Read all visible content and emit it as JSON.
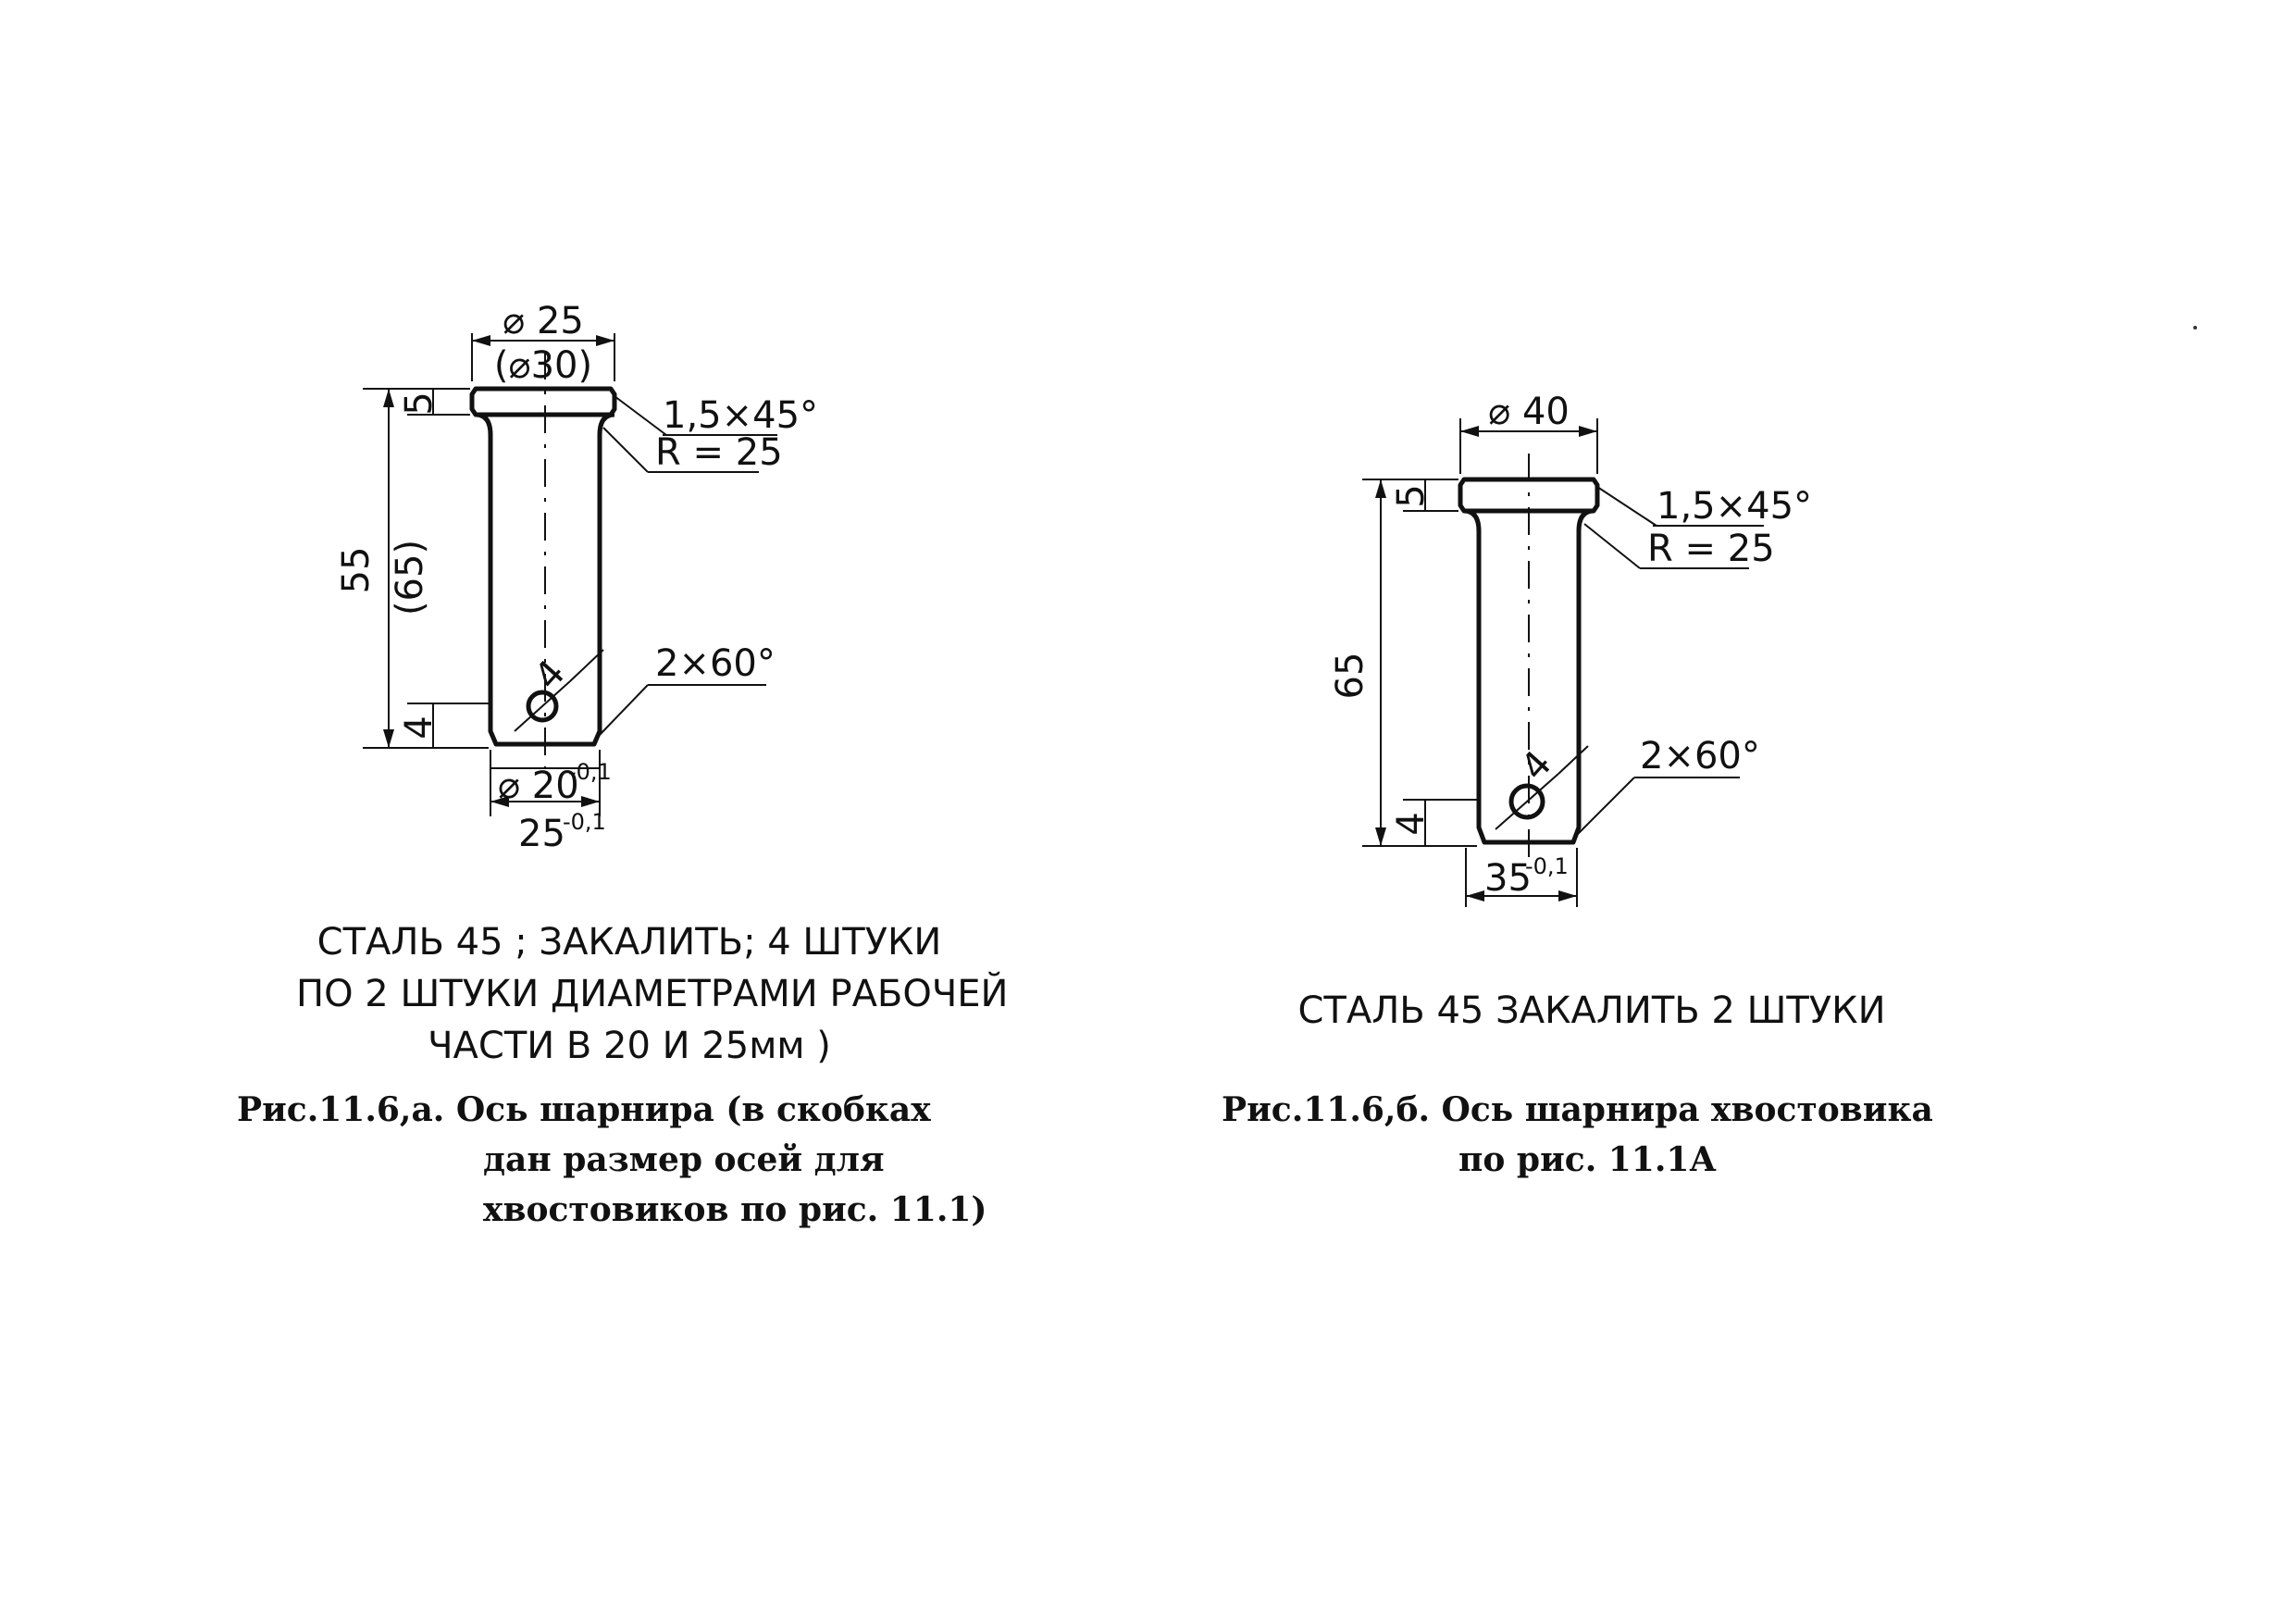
{
  "figure_a": {
    "dims": {
      "diameter_top": "⌀ 25",
      "diameter_top_alt": "(⌀30)",
      "chamfer": "1,5×45°",
      "radius": "R = 25",
      "head_height": "5",
      "length": "55",
      "length_alt": "(65)",
      "end_chamfer": "2×60°",
      "hole_dia": "4",
      "hole_offset": "4",
      "shaft_dia": "⌀ 20",
      "shaft_dia_tol": "-0,1",
      "shaft_dia_alt": "25",
      "shaft_dia_alt_tol": "-0,1"
    },
    "note_lines": [
      "СТАЛЬ 45 ; ЗАКАЛИТЬ; 4 ШТУКИ",
      "ПО 2 ШТУКИ ДИАМЕТРАМИ  РАБОЧЕЙ",
      "ЧАСТИ  В  20 И 25мм )"
    ],
    "caption_label": "Рис.11.6,а.",
    "caption_lines": [
      "Ось шарнира (в скобках",
      "дан размер осей для",
      "хвостовиков по рис. 11.1)"
    ]
  },
  "figure_b": {
    "dims": {
      "diameter_top": "⌀ 40",
      "chamfer": "1,5×45°",
      "radius": "R = 25",
      "head_height": "5",
      "length": "65",
      "end_chamfer": "2×60°",
      "hole_dia": "4",
      "hole_offset": "4",
      "shaft_dia": "35",
      "shaft_dia_tol": "-0,1"
    },
    "note": "СТАЛЬ 45    ЗАКАЛИТЬ  2 ШТУКИ",
    "caption_label": "Рис.11.6,б.",
    "caption_lines": [
      "Ось шарнира хвостовика",
      "по рис. 11.1А"
    ]
  }
}
